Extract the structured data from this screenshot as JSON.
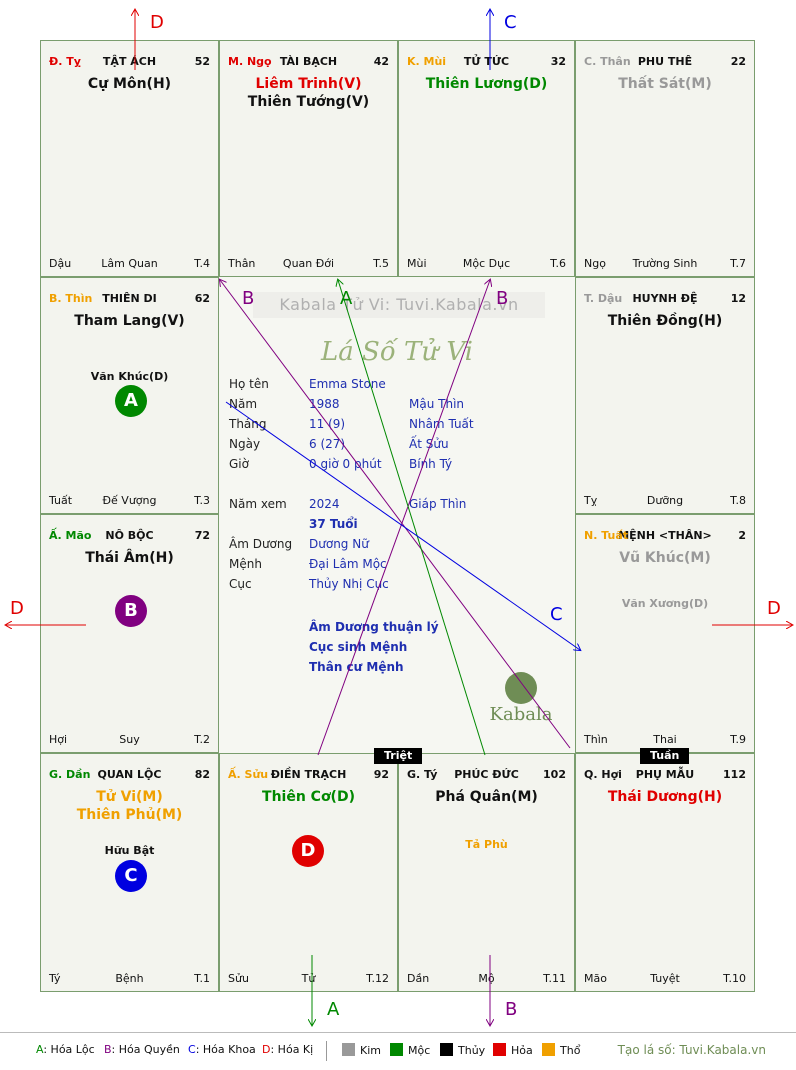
{
  "palace_cells": [
    {
      "id": "dau",
      "can": "Đ. Tỵ",
      "can_color": "#e00000",
      "palace": "TẬT ÁCH",
      "age": "52",
      "stars": [
        {
          "t": "Cự Môn(H)",
          "c": "#111"
        }
      ],
      "minors": [],
      "chi": "Dậu",
      "trang_sinh": "Lâm Quan",
      "thang": "T.4"
    },
    {
      "id": "than",
      "can": "M. Ngọ",
      "can_color": "#e00000",
      "palace": "TÀI BẠCH",
      "age": "42",
      "stars": [
        {
          "t": "Liêm Trinh(V)",
          "c": "#e00000"
        },
        {
          "t": "Thiên Tướng(V)",
          "c": "#111"
        }
      ],
      "minors": [],
      "chi": "Thân",
      "trang_sinh": "Quan Đới",
      "thang": "T.5"
    },
    {
      "id": "mui",
      "can": "K. Mùi",
      "can_color": "#f0a000",
      "palace": "TỬ TỨC",
      "age": "32",
      "stars": [
        {
          "t": "Thiên Lương(D)",
          "c": "#008800"
        }
      ],
      "minors": [],
      "chi": "Mùi",
      "trang_sinh": "Mộc Dục",
      "thang": "T.6"
    },
    {
      "id": "ngo",
      "can": "C. Thân",
      "can_color": "#999999",
      "palace": "PHU THÊ",
      "age": "22",
      "stars": [
        {
          "t": "Thất Sát(M)",
          "c": "#999999"
        }
      ],
      "minors": [],
      "chi": "Ngọ",
      "trang_sinh": "Trường Sinh",
      "thang": "T.7"
    },
    {
      "id": "tuat",
      "can": "B. Thìn",
      "can_color": "#f0a000",
      "palace": "THIÊN DI",
      "age": "62",
      "stars": [
        {
          "t": "Tham Lang(V)",
          "c": "#111"
        }
      ],
      "minors": [
        {
          "t": "Văn Khúc(D)",
          "c": "#111"
        }
      ],
      "chi": "Tuất",
      "trang_sinh": "Đế Vượng",
      "thang": "T.3"
    },
    {
      "id": "ty_r",
      "can": "T. Dậu",
      "can_color": "#999999",
      "palace": "HUYNH ĐỆ",
      "age": "12",
      "stars": [
        {
          "t": "Thiên Đồng(H)",
          "c": "#111"
        }
      ],
      "minors": [],
      "chi": "Tỵ",
      "trang_sinh": "Dưỡng",
      "thang": "T.8"
    },
    {
      "id": "hoi",
      "can": "Ấ. Mão",
      "can_color": "#008800",
      "palace": "NÔ BỘC",
      "age": "72",
      "stars": [
        {
          "t": "Thái Âm(H)",
          "c": "#111"
        }
      ],
      "minors": [],
      "chi": "Hợi",
      "trang_sinh": "Suy",
      "thang": "T.2"
    },
    {
      "id": "thin",
      "can": "N. Tuất",
      "can_color": "#f0a000",
      "palace": "MỆNH <THÂN>",
      "age": "2",
      "stars": [
        {
          "t": "Vũ Khúc(M)",
          "c": "#999999"
        }
      ],
      "minors": [
        {
          "t": "Văn Xương(D)",
          "c": "#999999"
        }
      ],
      "chi": "Thìn",
      "trang_sinh": "Thai",
      "thang": "T.9"
    },
    {
      "id": "ty",
      "can": "G. Dần",
      "can_color": "#008800",
      "palace": "QUAN LỘC",
      "age": "82",
      "stars": [
        {
          "t": "Tử Vi(M)",
          "c": "#f0a000"
        },
        {
          "t": "Thiên Phủ(M)",
          "c": "#f0a000"
        }
      ],
      "minors": [
        {
          "t": "Hữu Bật",
          "c": "#111"
        }
      ],
      "chi": "Tý",
      "trang_sinh": "Bệnh",
      "thang": "T.1"
    },
    {
      "id": "suu",
      "can": "Ấ. Sửu",
      "can_color": "#f0a000",
      "palace": "ĐIỀN TRẠCH",
      "age": "92",
      "stars": [
        {
          "t": "Thiên Cơ(D)",
          "c": "#008800"
        }
      ],
      "minors": [],
      "chi": "Sửu",
      "trang_sinh": "Tử",
      "thang": "T.12"
    },
    {
      "id": "dan",
      "can": "G. Tý",
      "can_color": "#111111",
      "palace": "PHÚC ĐỨC",
      "age": "102",
      "stars": [
        {
          "t": "Phá Quân(M)",
          "c": "#111"
        }
      ],
      "minors": [
        {
          "t": "Tả Phù",
          "c": "#f0a000"
        }
      ],
      "chi": "Dần",
      "trang_sinh": "Mộ",
      "thang": "T.11"
    },
    {
      "id": "mao",
      "can": "Q. Hợi",
      "can_color": "#111111",
      "palace": "PHỤ MẪU",
      "age": "112",
      "stars": [
        {
          "t": "Thái Dương(H)",
          "c": "#e00000"
        }
      ],
      "minors": [],
      "chi": "Mão",
      "trang_sinh": "Tuyệt",
      "thang": "T.10"
    }
  ],
  "badges": {
    "a": {
      "label": "A",
      "color": "#008800"
    },
    "b": {
      "label": "B",
      "color": "#800080"
    },
    "c": {
      "label": "C",
      "color": "#0000e0"
    },
    "d": {
      "label": "D",
      "color": "#e00000"
    }
  },
  "center": {
    "watermark": "Kabala Tử Vi: Tuvi.Kabala.vn",
    "title": "Lá Số Tử Vi",
    "info": [
      {
        "label": "Họ tên",
        "v1": "Emma Stone",
        "v2": ""
      },
      {
        "label": "Năm",
        "v1": "1988",
        "v2": "Mậu Thìn"
      },
      {
        "label": "Tháng",
        "v1": "11 (9)",
        "v2": "Nhâm Tuất"
      },
      {
        "label": "Ngày",
        "v1": "6  (27)",
        "v2": "Ất Sửu"
      },
      {
        "label": "Giờ",
        "v1": "0 giờ 0 phút",
        "v2": "Bính Tý"
      },
      {
        "label": "Năm xem",
        "v1": "2024",
        "v2": "Giáp Thìn"
      },
      {
        "label": "",
        "v1": "37 Tuổi",
        "v2": ""
      },
      {
        "label": "Âm Dương",
        "v1": "Dương Nữ",
        "v2": ""
      },
      {
        "label": "Mệnh",
        "v1": "Đại Lâm Mộc",
        "v2": ""
      },
      {
        "label": "Cục",
        "v1": "Thủy Nhị Cục",
        "v2": ""
      }
    ],
    "notes": [
      "Âm Dương thuận lý",
      "Cục sinh Mệnh",
      "Thân cư Mệnh"
    ],
    "brand": "Kabala"
  },
  "tags": {
    "triet": "Triệt",
    "tuan": "Tuần"
  },
  "arrow_labels": {
    "d": "D",
    "c": "C",
    "a": "A",
    "b": "B"
  },
  "legend": {
    "hoa": [
      {
        "key": "A",
        "text": ": Hóa Lộc",
        "color": "#008800"
      },
      {
        "key": "B",
        "text": ": Hóa Quyền",
        "color": "#800080"
      },
      {
        "key": "C",
        "text": ": Hóa Khoa",
        "color": "#0000e0"
      },
      {
        "key": "D",
        "text": ": Hóa Kị",
        "color": "#e00000"
      }
    ],
    "elements": [
      {
        "name": "Kim",
        "color": "#999999"
      },
      {
        "name": "Mộc",
        "color": "#008800"
      },
      {
        "name": "Thủy",
        "color": "#000000"
      },
      {
        "name": "Hỏa",
        "color": "#e00000"
      },
      {
        "name": "Thổ",
        "color": "#f0a000"
      }
    ],
    "credit": "Tạo lá số: Tuvi.Kabala.vn"
  },
  "colors": {
    "grid": "#7a9d6e",
    "background": "#f3f4ee",
    "brand": "#6f8d55"
  }
}
